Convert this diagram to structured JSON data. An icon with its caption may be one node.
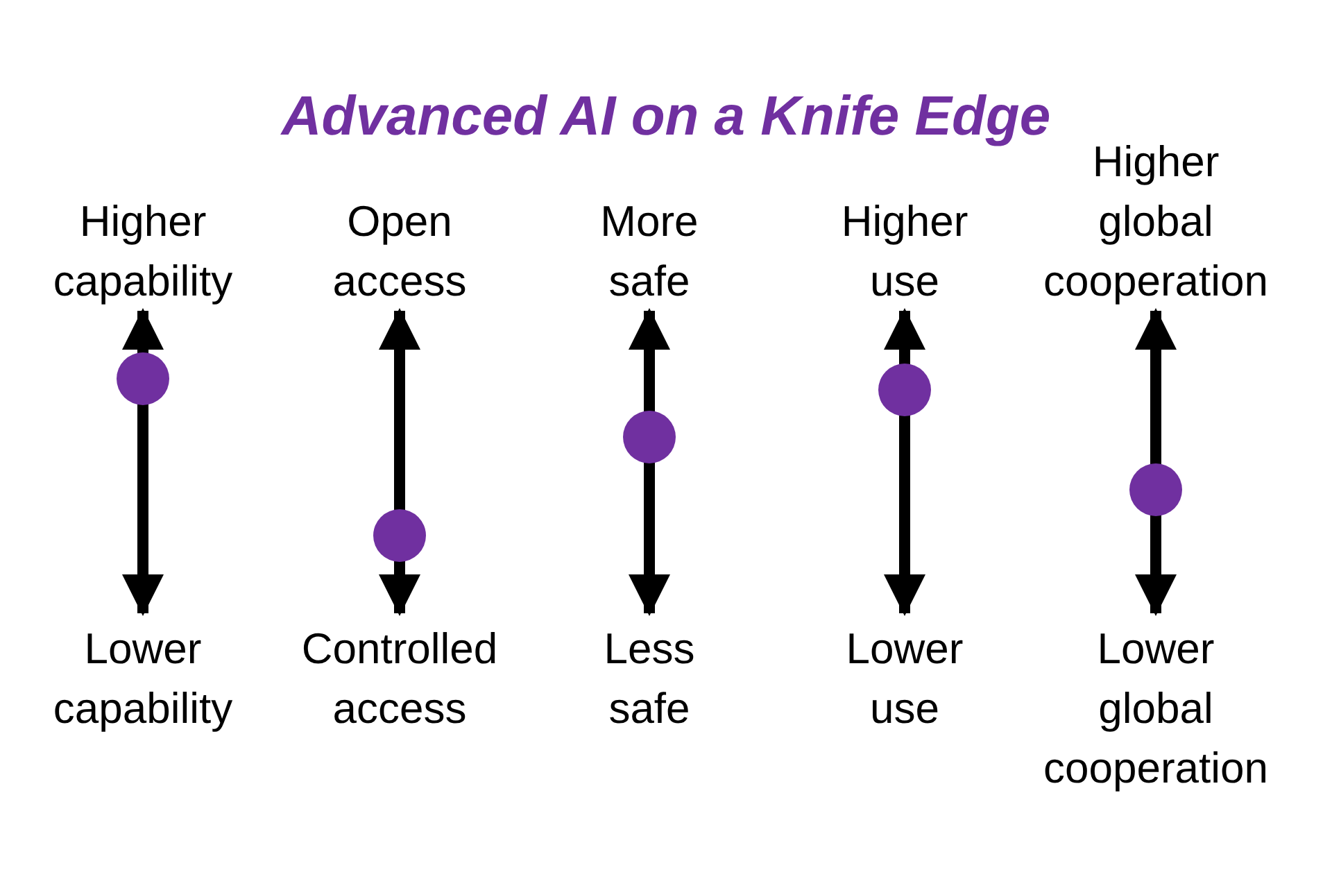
{
  "diagram": {
    "title": "Advanced AI on a Knife Edge",
    "nodes": [
      {
        "text": [
          "Higher capability"
        ]
      },
      {
        "text": [
          "Open access"
        ]
      },
      {
        "text": [
          "More safe"
        ]
      },
      {
        "text": [
          "Higher use"
        ]
      },
      {
        "text": [
          "Higher global cooperation"
        ]
      },
      {
        "text": [],
        "shape": "circle"
      },
      {
        "text": [],
        "shape": "circle"
      },
      {
        "text": [],
        "shape": "circle"
      },
      {
        "text": [],
        "shape": "circle"
      },
      {
        "text": [],
        "shape": "circle"
      },
      {
        "text": [
          "Lower capability"
        ]
      },
      {
        "text": [
          "Controlled access"
        ]
      },
      {
        "text": [
          "Less safe"
        ]
      },
      {
        "text": [
          "Lower use"
        ]
      },
      {
        "text": [
          "Lower global cooperation"
        ]
      }
    ],
    "edges": [
      {
        "from": 5,
        "to": 0,
        "arrow": "to"
      },
      {
        "from": 5,
        "to": 10,
        "arrow": "to"
      },
      {
        "from": 6,
        "to": 1,
        "arrow": "to"
      },
      {
        "from": 6,
        "to": 11,
        "arrow": "to"
      },
      {
        "from": 7,
        "to": 2,
        "arrow": "to"
      },
      {
        "from": 7,
        "to": 12,
        "arrow": "to"
      },
      {
        "from": 8,
        "to": 3,
        "arrow": "to"
      },
      {
        "from": 8,
        "to": 13,
        "arrow": "to"
      },
      {
        "from": 9,
        "to": 4,
        "arrow": "to"
      },
      {
        "from": 9,
        "to": 14,
        "arrow": "to"
      }
    ]
  }
}
